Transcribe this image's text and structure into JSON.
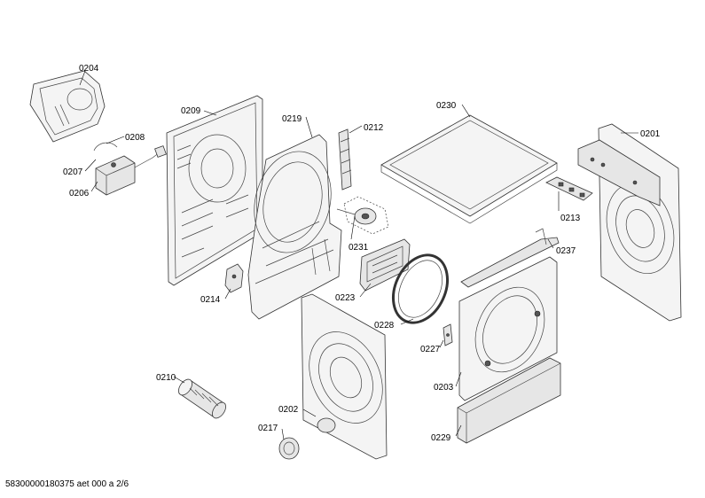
{
  "footer_text": "58300000180375 aet 000 a 2/6",
  "labels": {
    "p0204": "0204",
    "p0209": "0209",
    "p0208": "0208",
    "p0207": "0207",
    "p0206": "0206",
    "p0219": "0219",
    "p0212": "0212",
    "p0230": "0230",
    "p0201": "0201",
    "p0213": "0213",
    "p0231": "0231",
    "p0237": "0237",
    "p0214": "0214",
    "p0223": "0223",
    "p0228": "0228",
    "p0227": "0227",
    "p0210": "0210",
    "p0202": "0202",
    "p0203": "0203",
    "p0217": "0217",
    "p0229": "0229"
  }
}
